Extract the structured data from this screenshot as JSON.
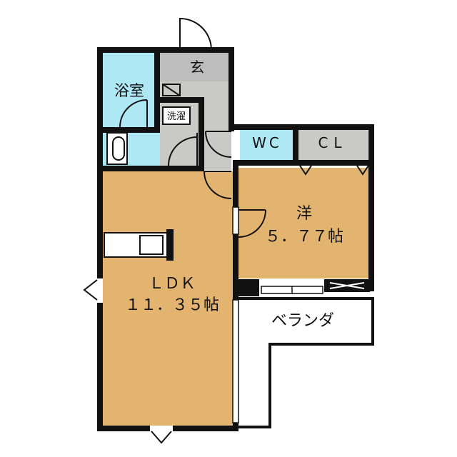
{
  "rooms": {
    "genkan": "玄",
    "bath": "浴室",
    "laundry": "洗濯",
    "wc": "WC",
    "cl": "CL",
    "western": {
      "name": "洋",
      "size": "５．７７帖"
    },
    "ldk": {
      "name": "ＬＤＫ",
      "size": "１１．３５帖"
    },
    "veranda": "ベランダ"
  },
  "colors": {
    "floor_wood": "#e2b46f",
    "floor_wet": "#aee8f4",
    "floor_gray": "#c9c9c6",
    "entrance_gray": "#bdbdbd",
    "wall": "#111111"
  }
}
